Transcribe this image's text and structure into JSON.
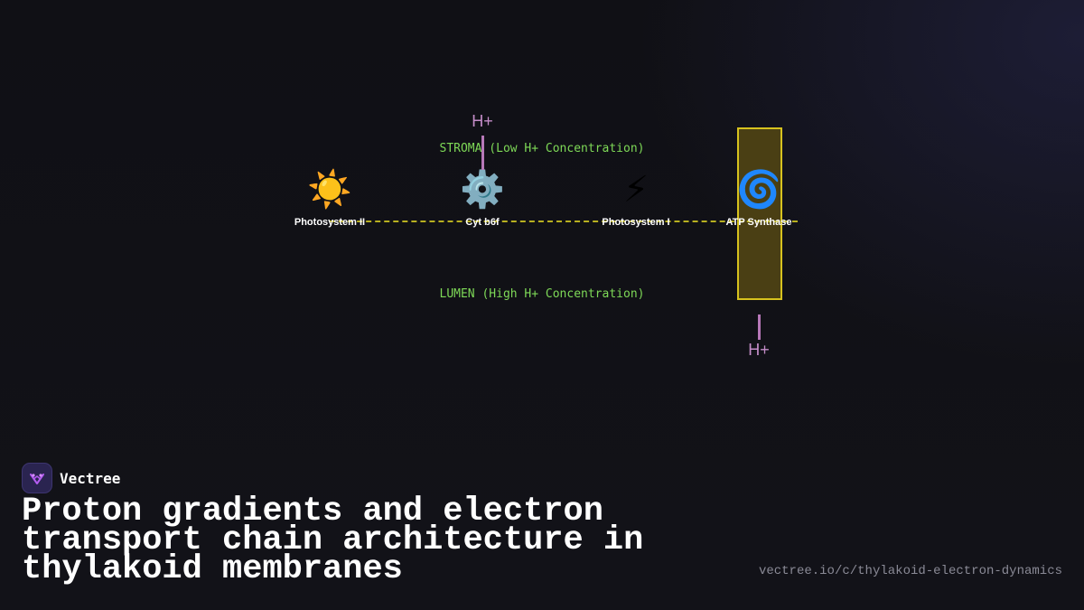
{
  "diagram": {
    "stroma_label": "STROMA (Low H+ Concentration)",
    "lumen_label": "LUMEN (High H+ Concentration)",
    "complexes": [
      {
        "name": "Photosystem II",
        "icon": "☀️",
        "icon_name": "sun-icon"
      },
      {
        "name": "Cyt b6f",
        "icon": "⚙️",
        "icon_name": "gear-icon"
      },
      {
        "name": "Photosystem I",
        "icon": "⚡",
        "icon_name": "lightning-icon"
      },
      {
        "name": "ATP Synthase",
        "icon": "🌀",
        "icon_name": "cyclone-icon"
      }
    ],
    "proton_top": "H+",
    "proton_bottom": "H+",
    "colors": {
      "region_label": "#7ed957",
      "membrane": "#b8b020",
      "atp_box_fill": "#4a3f14",
      "atp_box_border": "#d7c21e",
      "proton": "#c58dc9"
    }
  },
  "brand": {
    "name": "Vectree"
  },
  "title": "Proton gradients and electron transport chain architecture in thylakoid membranes",
  "url": "vectree.io/c/thylakoid-electron-dynamics"
}
